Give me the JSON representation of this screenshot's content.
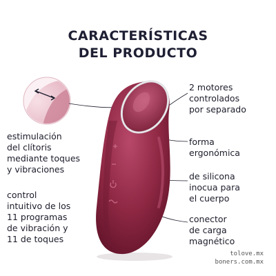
{
  "title": {
    "line1": "CARACTERÍSTICAS",
    "line2": "DEL PRODUCTO"
  },
  "features": {
    "motors": [
      "2 motores",
      "controlados",
      "por separado"
    ],
    "stimulation": [
      "estimulación",
      "del clítoris",
      "mediante toques",
      "y vibraciones"
    ],
    "shape": [
      "forma",
      "ergonómica"
    ],
    "silicone": [
      "de silicona",
      "inocua para",
      "el cuerpo"
    ],
    "control": [
      "control",
      "intuitivo de los",
      "11 programas",
      "de vibración y",
      "11 de toques"
    ],
    "charger": [
      "conector",
      "de carga",
      "magnético"
    ]
  },
  "footer": {
    "line1": "tolove.mx",
    "line2": "boners.com.mx"
  },
  "colors": {
    "product": "#8d2742",
    "product_dark": "#5e1228",
    "text": "#1c1c2b"
  },
  "icons": [
    "plus-icon",
    "minus-icon",
    "power-icon",
    "wave-icon"
  ]
}
